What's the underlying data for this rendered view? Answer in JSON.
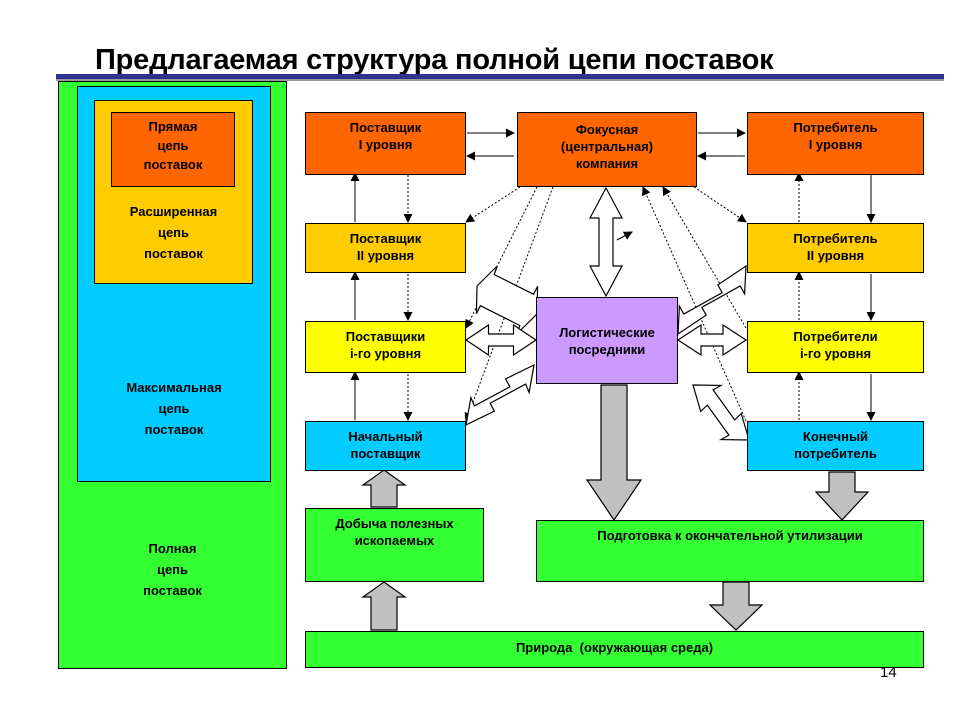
{
  "slide": {
    "title": "Предлагаемая структура полной цепи поставок",
    "page_number": "14"
  },
  "nested_chains": {
    "direct": "Прямая\nцепь\nпоставок",
    "extended": "Расширенная\nцепь\nпоставок",
    "maximal": "Максимальная\nцепь\nпоставок",
    "full": "Полная\nцепь\nпоставок"
  },
  "nodes": {
    "supplier_1": "Поставщик\nI уровня",
    "focal": "Фокусная\n(центральная)\nкомпания",
    "consumer_1": "Потребитель\nI уровня",
    "supplier_2": "Поставщик\nII уровня",
    "consumer_2": "Потребитель\nII уровня",
    "supplier_i": "Поставщики\ni-го уровня",
    "logistics": "Логистические\nпосредники",
    "consumer_i": "Потребители\ni-го уровня",
    "initial_supplier": "Начальный\nпоставщик",
    "end_consumer": "Конечный\nпотребитель",
    "mining": "Добыча полезных\nископаемых",
    "disposal": "Подготовка к окончательной утилизации",
    "nature": "Природа  (окружающая среда)"
  },
  "colors": {
    "orange": "#ff6600",
    "yellow": "#ffcc00",
    "light_yellow": "#ffff00",
    "cyan": "#00ccff",
    "green": "#33ff33",
    "purple": "#cc99ff",
    "rule": "#2e3192"
  }
}
